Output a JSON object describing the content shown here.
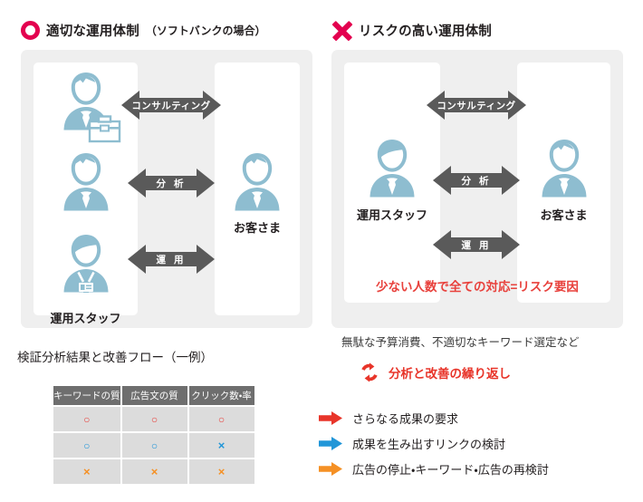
{
  "colors": {
    "brand_crimson": "#e3004f",
    "panel_grey": "#efefef",
    "arrow_grey": "#5a5a5a",
    "person_blue": "#8ebdd0",
    "alert_red": "#e8413c",
    "legend_red": "#e8352a",
    "legend_blue": "#2196d8",
    "legend_orange": "#f59024",
    "table_header": "#6e6e6e",
    "table_cell": "#dcdcdc"
  },
  "left_panel": {
    "icon": "circle-o-icon",
    "title": "適切な運用体制",
    "subtitle": "（ソフトバンクの場合）",
    "actors": [
      {
        "name": "consultant",
        "label": ""
      },
      {
        "name": "analyst",
        "label": ""
      },
      {
        "name": "operator",
        "label": "運用スタッフ"
      },
      {
        "name": "customer",
        "label": "お客さま"
      }
    ],
    "arrows": [
      {
        "label": "コンサルティング",
        "direction": "both"
      },
      {
        "label": "分 析",
        "direction": "both"
      },
      {
        "label": "運 用",
        "direction": "both"
      }
    ]
  },
  "right_panel": {
    "icon": "cross-x-icon",
    "title": "リスクの高い運用体制",
    "subtitle": "",
    "actors": [
      {
        "name": "operator",
        "label": "運用スタッフ"
      },
      {
        "name": "customer",
        "label": "お客さま"
      }
    ],
    "arrows": [
      {
        "label": "コンサルティング",
        "direction": "both"
      },
      {
        "label": "分 析",
        "direction": "both"
      },
      {
        "label": "運 用",
        "direction": "both"
      }
    ],
    "alert": "少ない人数で全ての対応=リスク要因",
    "note": "無駄な予算消費、不適切なキーワード選定など"
  },
  "bottom": {
    "section_title": "検証分析結果と改善フロー（一例）",
    "table": {
      "headers": [
        "キーワードの質",
        "広告文の質",
        "クリック数・率"
      ],
      "rows": [
        {
          "cells": [
            "○",
            "○",
            "○"
          ],
          "color": "#e8413c"
        },
        {
          "cells": [
            "○",
            "○",
            "×"
          ],
          "color": "#2196d8"
        },
        {
          "cells": [
            "×",
            "×",
            "×"
          ],
          "color": "#f59024"
        }
      ]
    },
    "cycle": {
      "icon": "refresh-cycle-icon",
      "label": "分析と改善の繰り返し"
    },
    "legend": [
      {
        "icon": "arrow-right-icon",
        "color": "#e8352a",
        "text": "さらなる成果の要求"
      },
      {
        "icon": "arrow-right-icon",
        "color": "#2196d8",
        "text": "成果を生み出すリンクの検討"
      },
      {
        "icon": "arrow-right-icon",
        "color": "#f59024",
        "text": "広告の停止・キーワード・広告の再検討"
      }
    ]
  }
}
